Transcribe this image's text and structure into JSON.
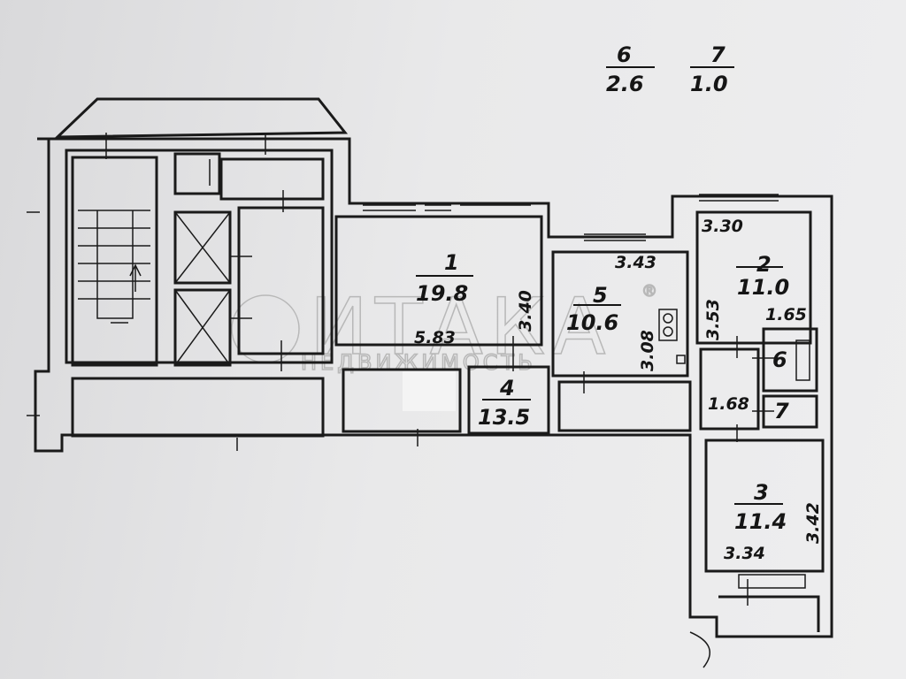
{
  "legend": [
    {
      "room": "6",
      "area": "2.6"
    },
    {
      "room": "7",
      "area": "1.0"
    }
  ],
  "rooms": [
    {
      "number": "1",
      "area": "19.8"
    },
    {
      "number": "2",
      "area": "11.0"
    },
    {
      "number": "3",
      "area": "11.4"
    },
    {
      "number": "4",
      "area": "13.5"
    },
    {
      "number": "5",
      "area": "10.6"
    },
    {
      "number": "6"
    },
    {
      "number": "7"
    }
  ],
  "dimensions": {
    "room1_width": "5.83",
    "room1_depth": "3.40",
    "room5_width": "3.43",
    "room5_depth": "3.08",
    "room2_width": "3.30",
    "room2_depth": "3.53",
    "bath_width": "1.65",
    "hall_width": "1.68",
    "room3_depth": "3.42",
    "room3_width": "3.34"
  },
  "watermark": {
    "brand": "ИТАКА",
    "registered": "®",
    "subtitle": "НЕДВИЖИМОСТЬ"
  }
}
